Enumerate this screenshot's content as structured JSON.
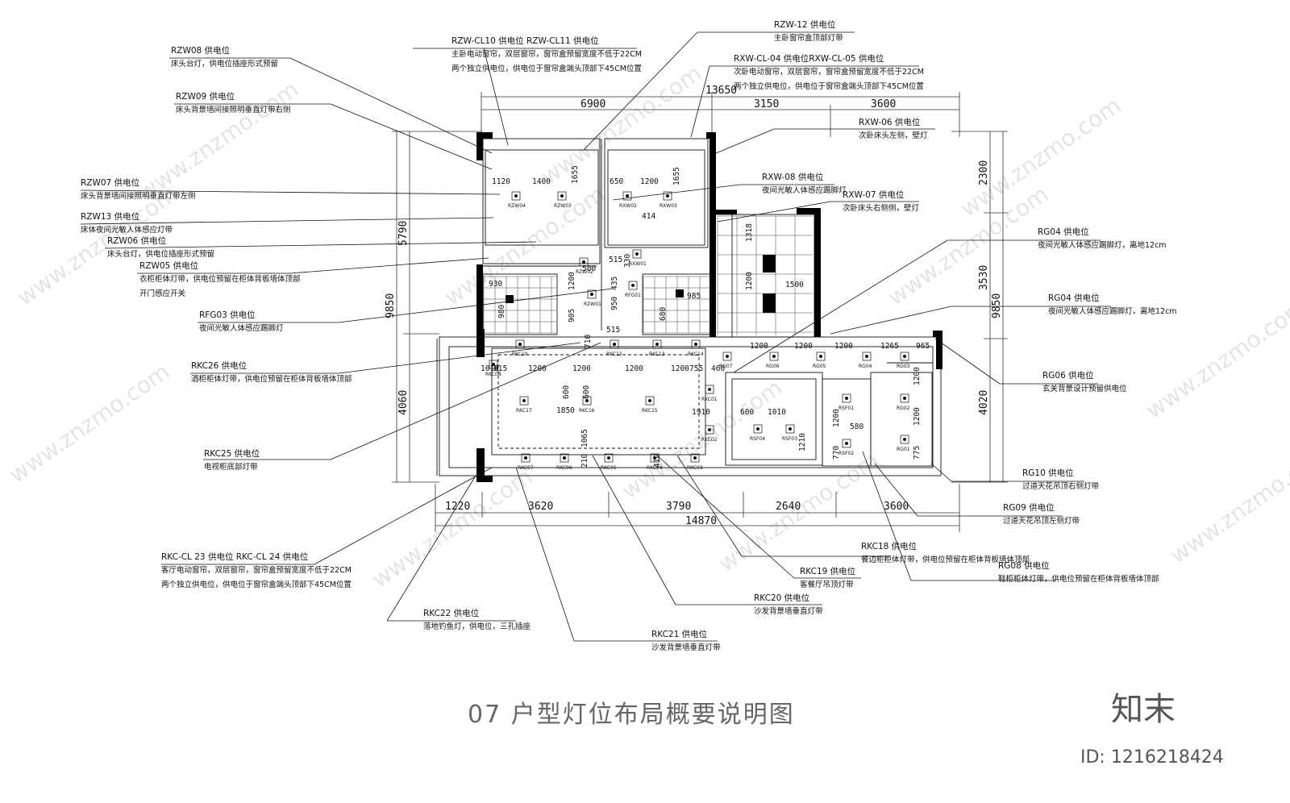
{
  "title": "07 户型灯位布局概要说明图",
  "brand": "知末",
  "id_text": "ID: 1216218424",
  "watermark": "www.znzmo.com",
  "dims": {
    "top_total": "13650",
    "top": [
      "6900",
      "3150",
      "3600"
    ],
    "bottom_total": "14870",
    "bottom": [
      "1220",
      "3620",
      "3790",
      "2640",
      "3600"
    ],
    "left": [
      "5790",
      "9850",
      "4060"
    ],
    "right": [
      "2300",
      "3530",
      "9850",
      "4020"
    ]
  },
  "inner_dims": {
    "bed1": [
      "1120",
      "1400",
      "1655"
    ],
    "bed2": [
      "650",
      "1200",
      "1655",
      "414"
    ],
    "hall": [
      "500",
      "515",
      "330",
      "435",
      "950",
      "515",
      "1200",
      "905",
      "710"
    ],
    "wc": [
      "930",
      "980",
      "985",
      "680"
    ],
    "bath": [
      "1318",
      "1200",
      "1500"
    ],
    "living_top": [
      "1010",
      "815",
      "1200",
      "1200",
      "1200",
      "1200",
      "755",
      "460"
    ],
    "living_mid": [
      "600",
      "600",
      "1850",
      "1910",
      "1065",
      "210",
      "410"
    ],
    "kitchen": [
      "1200",
      "1200",
      "1200",
      "1265",
      "965",
      "600",
      "1010",
      "1200",
      "580",
      "1210",
      "770",
      "1200",
      "1200",
      "775"
    ]
  },
  "fixtures": [
    "RZW04",
    "RZW03",
    "RXW02",
    "RXW03",
    "RZW02",
    "RZW01",
    "RXW01",
    "RFG01",
    "RKC10",
    "RKC12",
    "RKC13",
    "RKC14",
    "RKC08",
    "RKC17",
    "RKC16",
    "RKC15",
    "RKC01",
    "RKC02",
    "RKC07",
    "RKC06",
    "RKC05",
    "RKC04",
    "RKC03",
    "RG07",
    "RG06",
    "RG05",
    "RG04",
    "RG03",
    "RG02",
    "RG01",
    "RSF01",
    "RSF02",
    "RSF03",
    "RSF04"
  ],
  "callouts": [
    {
      "code": "RZW08 供电位",
      "desc": [
        "床头台灯，供电位插座形式预留"
      ]
    },
    {
      "code": "RZW09 供电位",
      "desc": [
        "床头背景墙间接照明垂直灯带右侧"
      ]
    },
    {
      "code": "RZW07 供电位",
      "desc": [
        "床头背景墙间接照明垂直灯带左侧"
      ]
    },
    {
      "code": "RZW13 供电位",
      "desc": [
        "床体夜间光敏人体感应灯带"
      ]
    },
    {
      "code": "RZW06 供电位",
      "desc": [
        "床头台灯，供电位插座形式预留"
      ]
    },
    {
      "code": "RZW05 供电位",
      "desc": [
        "衣柜柜体灯带，供电位预留在柜体背板墙体顶部",
        "开门感应开关"
      ]
    },
    {
      "code": "RFG03 供电位",
      "desc": [
        "夜间光敏人体感应踢脚灯"
      ]
    },
    {
      "code": "RKC26 供电位",
      "desc": [
        "酒柜柜体灯带，供电位预留在柜体背板墙体顶部"
      ]
    },
    {
      "code": "RKC25 供电位",
      "desc": [
        "电视柜底部灯带"
      ]
    },
    {
      "code": "RKC-CL 23 供电位 RKC-CL 24 供电位",
      "desc": [
        "客厅电动窗帘，双层窗帘，窗帘盒预留宽度不低于22CM",
        "两个独立供电位，供电位于窗帘盒端头顶部下45CM位置"
      ]
    },
    {
      "code": "RKC22 供电位",
      "desc": [
        "落地钓鱼灯，供电位，三孔插座"
      ]
    },
    {
      "code": "RKC21 供电位",
      "desc": [
        "沙发背景墙垂直灯带"
      ]
    },
    {
      "code": "RKC20 供电位",
      "desc": [
        "沙发背景墙垂直灯带"
      ]
    },
    {
      "code": "RKC19 供电位",
      "desc": [
        "客餐厅吊顶灯带"
      ]
    },
    {
      "code": "RKC18 供电位",
      "desc": [
        "餐边柜柜体灯带，供电位预留在柜体背板墙体顶部"
      ]
    },
    {
      "code": "RG08 供电位",
      "desc": [
        "鞋柜柜体灯带，供电位预留在柜体背板墙体顶部"
      ]
    },
    {
      "code": "RG09 供电位",
      "desc": [
        "过道天花吊顶左侧灯带"
      ]
    },
    {
      "code": "RG10 供电位",
      "desc": [
        "过道天花吊顶右侧灯带"
      ]
    },
    {
      "code": "RG06 供电位",
      "desc": [
        "玄关背景设计预留供电位"
      ]
    },
    {
      "code": "RG04 供电位",
      "desc": [
        "夜间光敏人体感应踢脚灯，离地12cm"
      ]
    },
    {
      "code": "RG04 供电位",
      "desc": [
        "夜间光敏人体感应踢脚灯，离地12cm"
      ]
    },
    {
      "code": "RXW-07 供电位",
      "desc": [
        "次卧床头右侧侧，壁灯"
      ]
    },
    {
      "code": "RXW-08 供电位",
      "desc": [
        "夜间光敏人体感应踢脚灯"
      ]
    },
    {
      "code": "RXW-06 供电位",
      "desc": [
        "次卧床头左侧，壁灯"
      ]
    },
    {
      "code": "RXW-CL-04 供电位RXW-CL-05 供电位",
      "desc": [
        "次卧电动窗帘，双层窗帘，窗帘盒预留宽度不低于22CM",
        "两个独立供电位，供电位于窗帘盒端头顶部下45CM位置"
      ]
    },
    {
      "code": "RZW-12 供电位",
      "desc": [
        "主卧窗帘盒顶部灯带"
      ]
    },
    {
      "code": "RZW-CL10 供电位 RZW-CL11 供电位",
      "desc": [
        "主卧电动窗帘，双层窗帘，窗帘盒预留宽度不低于22CM",
        "两个独立供电位，供电位于窗帘盒端头顶部下45CM位置"
      ]
    }
  ]
}
